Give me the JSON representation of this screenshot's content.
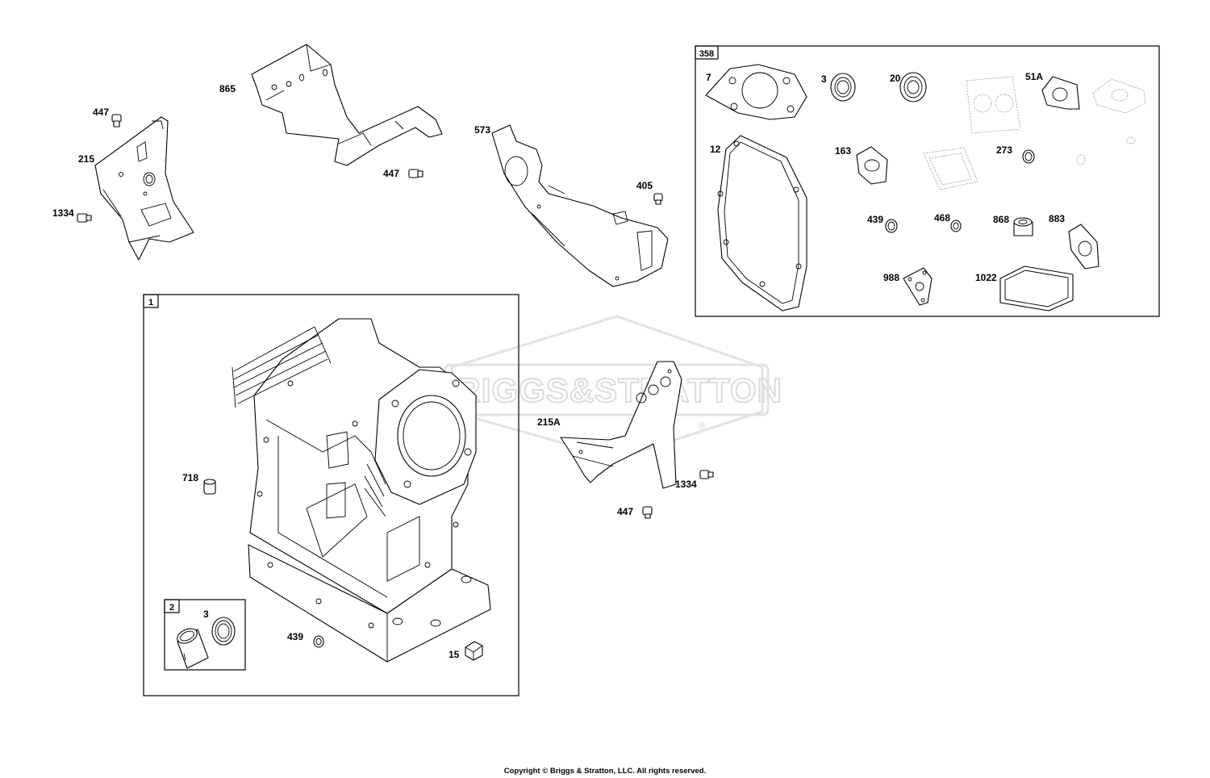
{
  "watermark": {
    "brand": "BRIGGS&STRATTON",
    "registered": "®"
  },
  "boxes": {
    "box_1": "1",
    "box_2": "2",
    "box_358": "358"
  },
  "labels": {
    "p447_a": "447",
    "p215": "215",
    "p1334_a": "1334",
    "p865": "865",
    "p447_b": "447",
    "p573": "573",
    "p405": "405",
    "p718": "718",
    "p3_a": "3",
    "p439_a": "439",
    "p15": "15",
    "p215A": "215A",
    "p1334_b": "1334",
    "p447_c": "447",
    "g7": "7",
    "g3": "3",
    "g20": "20",
    "g51A": "51A",
    "g12": "12",
    "g163": "163",
    "g273": "273",
    "g439": "439",
    "g468": "468",
    "g868": "868",
    "g883": "883",
    "g988": "988",
    "g1022": "1022"
  },
  "footer": "Copyright © Briggs & Stratton, LLC. All rights reserved."
}
